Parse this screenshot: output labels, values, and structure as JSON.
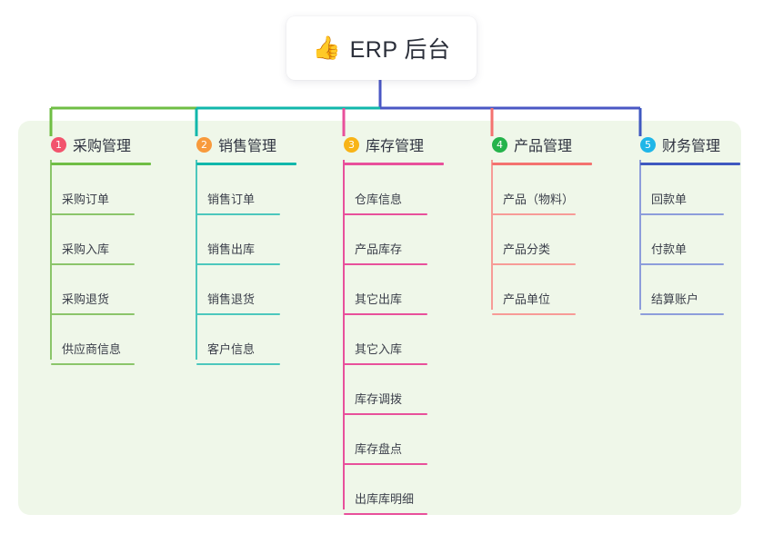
{
  "diagram": {
    "type": "mind-map",
    "title": "ERP 后台",
    "root": {
      "icon": "thumbs-up-emoji",
      "icon_glyph": "👍",
      "label": "ERP 后台",
      "background": "#ffffff",
      "stem_color": "#4a57c4"
    },
    "panel": {
      "background": "#eff7e9"
    },
    "bus": {
      "segments": [
        {
          "from": "col1",
          "to": "col2",
          "color": "#6fbe44"
        },
        {
          "from": "col2",
          "to": "col3",
          "color": "#11b7ab"
        },
        {
          "from": "col3",
          "to": "col5",
          "color": "#4a57c4"
        }
      ]
    },
    "columns": [
      {
        "index": "1",
        "badge_number": "1",
        "badge_color": "#f2546d",
        "label": "采购管理",
        "accent": "#6fbe44",
        "leaf_accent": "#8bc56a",
        "items": [
          {
            "label": "采购订单"
          },
          {
            "label": "采购入库"
          },
          {
            "label": "采购退货"
          },
          {
            "label": "供应商信息"
          }
        ]
      },
      {
        "index": "2",
        "badge_number": "2",
        "badge_color": "#f89a3c",
        "label": "销售管理",
        "accent": "#11b7ab",
        "leaf_accent": "#4cc7bd",
        "items": [
          {
            "label": "销售订单"
          },
          {
            "label": "销售出库"
          },
          {
            "label": "销售退货"
          },
          {
            "label": "客户信息"
          }
        ]
      },
      {
        "index": "3",
        "badge_number": "3",
        "badge_color": "#f8b417",
        "label": "库存管理",
        "accent": "#e8509b",
        "leaf_accent": "#e8509b",
        "items": [
          {
            "label": "仓库信息"
          },
          {
            "label": "产品库存"
          },
          {
            "label": "其它出库"
          },
          {
            "label": "其它入库"
          },
          {
            "label": "库存调拨"
          },
          {
            "label": "库存盘点"
          },
          {
            "label": "出库库明细"
          }
        ]
      },
      {
        "index": "4",
        "badge_number": "4",
        "badge_color": "#25b34b",
        "label": "产品管理",
        "accent": "#f4726f",
        "leaf_accent": "#f79b97",
        "items": [
          {
            "label": "产品（物料）"
          },
          {
            "label": "产品分类"
          },
          {
            "label": "产品单位"
          }
        ]
      },
      {
        "index": "5",
        "badge_number": "5",
        "badge_color": "#1fb6e8",
        "label": "财务管理",
        "accent": "#3f58c0",
        "leaf_accent": "#8d9ddb",
        "items": [
          {
            "label": "回款单"
          },
          {
            "label": "付款单"
          },
          {
            "label": "结算账户"
          }
        ]
      }
    ]
  }
}
